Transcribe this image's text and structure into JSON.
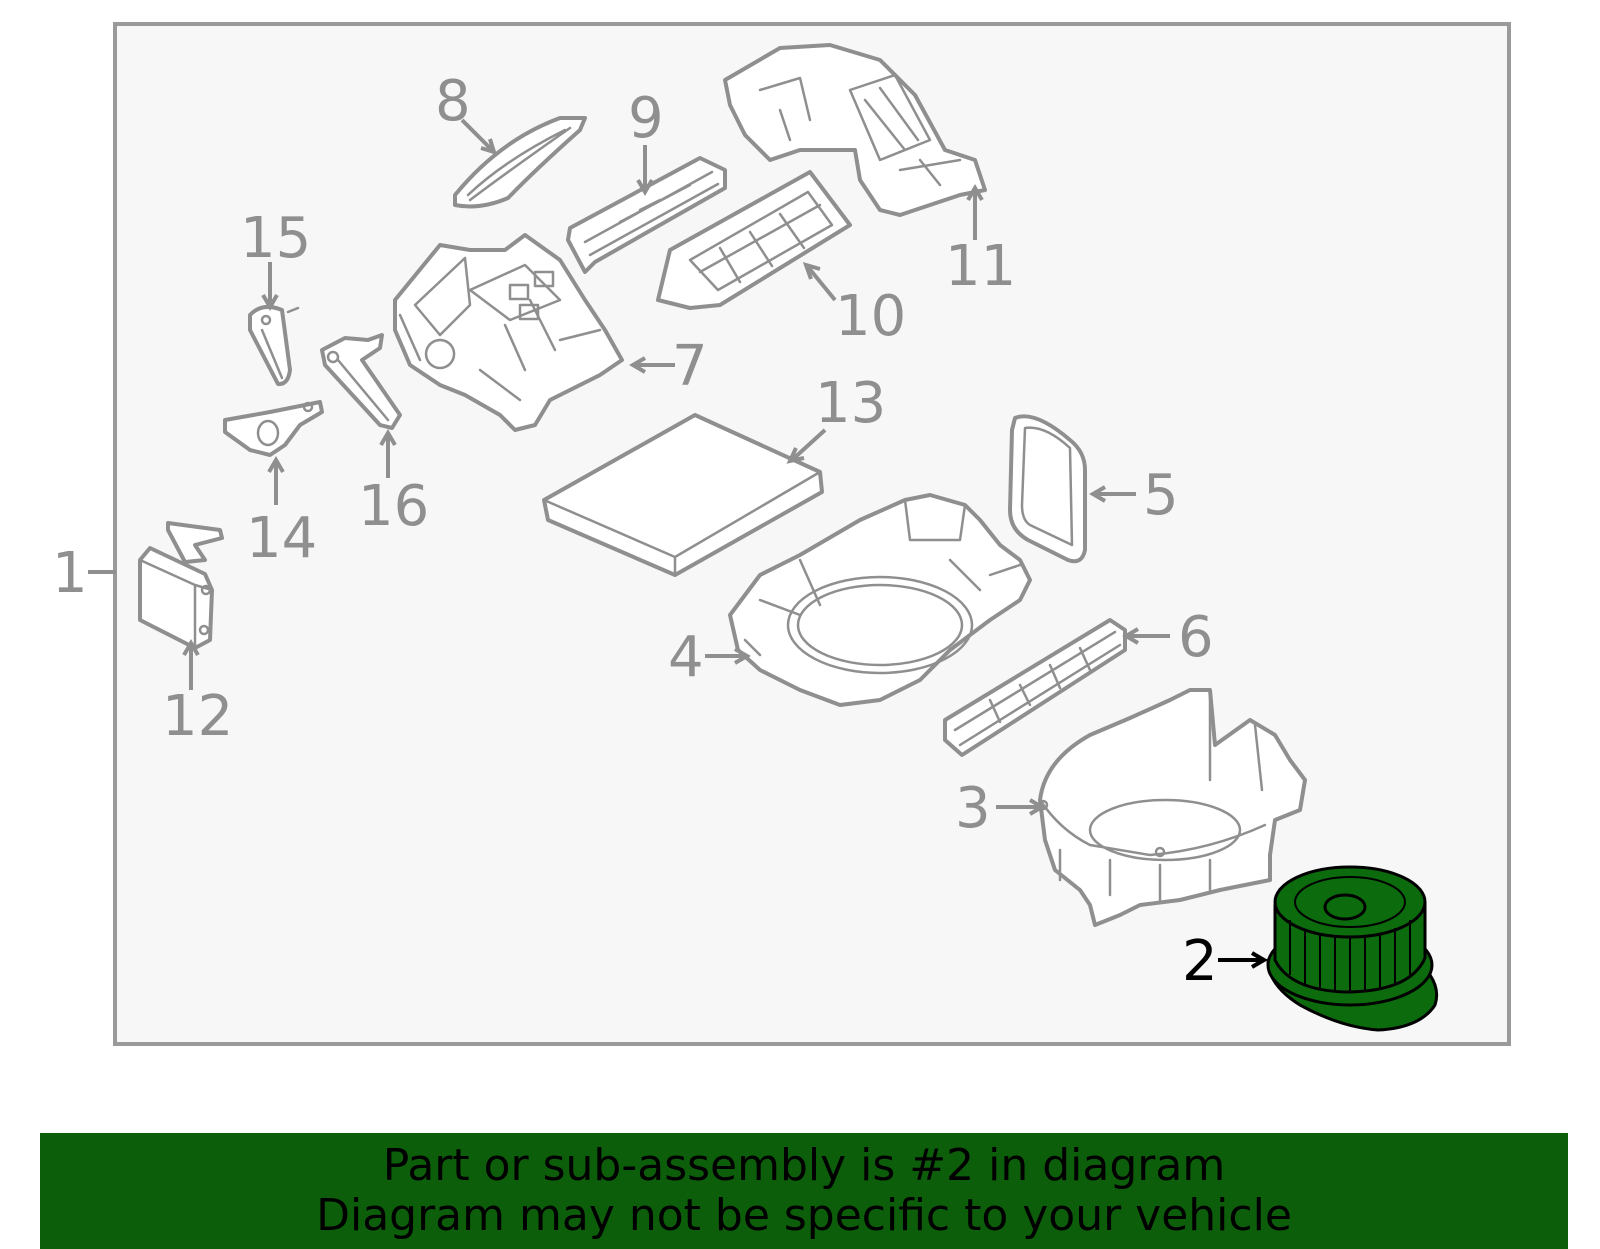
{
  "diagram": {
    "highlighted_part": "2",
    "callouts": {
      "c1": "1",
      "c2": "2",
      "c3": "3",
      "c4": "4",
      "c5": "5",
      "c6": "6",
      "c7": "7",
      "c8": "8",
      "c9": "9",
      "c10": "10",
      "c11": "11",
      "c12": "12",
      "c13": "13",
      "c14": "14",
      "c15": "15",
      "c16": "16"
    }
  },
  "banner": {
    "line1": "Part or sub-assembly is #2 in diagram",
    "line2": "Diagram may not be specific to your vehicle"
  },
  "colors": {
    "part_outline": "#8f8f8f",
    "highlight": "#0c6b0c",
    "banner_bg": "#0d5e0a",
    "panel_bg": "#f7f7f7"
  }
}
